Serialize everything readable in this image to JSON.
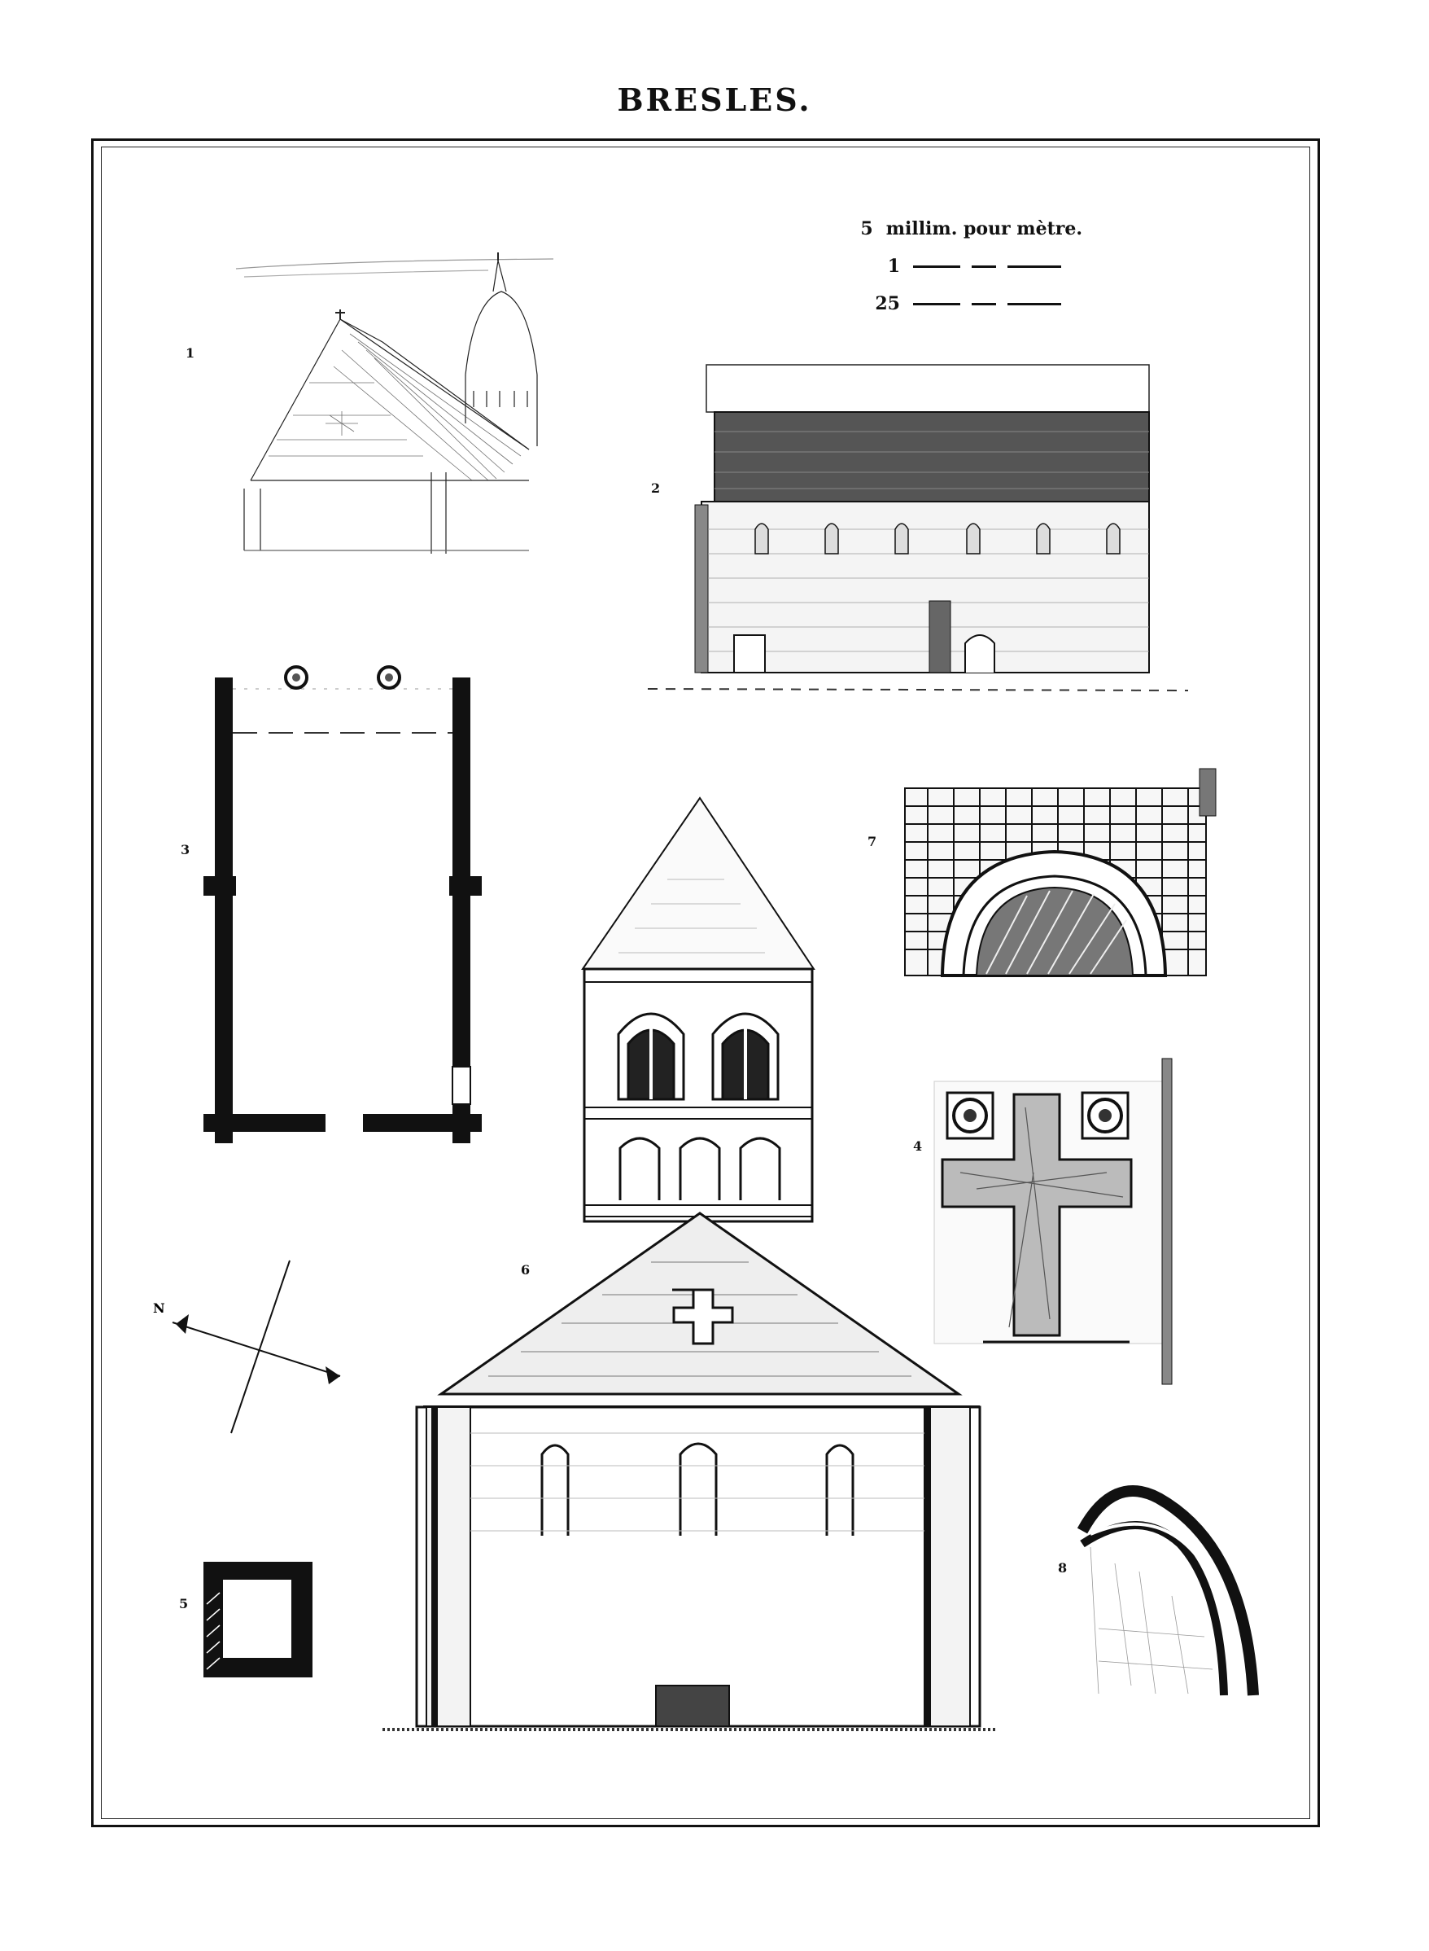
{
  "plate": {
    "title": "BRESLES."
  },
  "scale_legend": {
    "rows": [
      {
        "label": "",
        "value": "5",
        "unit": "millim. pour mètre."
      },
      {
        "label": "",
        "value": "1",
        "unit": ""
      },
      {
        "label": "",
        "value": "25",
        "unit": ""
      }
    ]
  },
  "figures": [
    {
      "id": "perspective",
      "number": "1"
    },
    {
      "id": "side-elevation",
      "number": "2"
    },
    {
      "id": "plan",
      "number": "3"
    },
    {
      "id": "window-detail",
      "number": "7"
    },
    {
      "id": "gable-cross",
      "number": "4"
    },
    {
      "id": "west-facade",
      "number": "6"
    },
    {
      "id": "pillar-section",
      "number": "5"
    },
    {
      "id": "arch-detail",
      "number": "8"
    }
  ],
  "colors": {
    "ink": "#111111",
    "paper": "#ffffff"
  }
}
